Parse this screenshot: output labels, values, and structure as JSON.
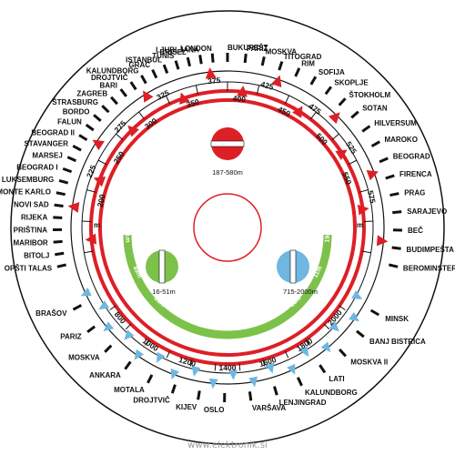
{
  "colors": {
    "red": "#dd1f26",
    "green": "#7cc24a",
    "blue": "#6fb6e0",
    "ink": "#111111"
  },
  "mw_dial": {
    "scale_labels": [
      "200",
      "225",
      "250",
      "275",
      "300",
      "325",
      "350",
      "375",
      "400",
      "425",
      "450",
      "475",
      "500",
      "525",
      "550",
      "575"
    ],
    "stations_left": [
      "LONDON",
      "LJUBLJANA",
      "BRISEL",
      "TUNIS",
      "ISTANBUL",
      "GRAC",
      "KALUNDBORG",
      "DROJTVIČ",
      "BARI",
      "ZAGREB",
      "ŠTRASBURG",
      "BORDO",
      "FALUN",
      "BEOGRAD II",
      "STAVANGER",
      "MARSEJ",
      "BEOGRAD I",
      "LUKSEMBURG",
      "MONTE KARLO",
      "NOVI SAD",
      "RIJEKA",
      "PRIŠTINA",
      "MARIBOR",
      "BITOLJ",
      "OPŠTI TALAS"
    ],
    "stations_right": [
      "BUKUREŠT",
      "PARIZ",
      "MOSKVA",
      "TITOGRAD",
      "RIM",
      "SOFIJA",
      "SKOPLJE",
      "ŠTOKHOLM",
      "SOTAN",
      "HILVERSUM",
      "MAROKO",
      "BEOGRAD",
      "FIRENCA",
      "PRAG",
      "SARAJEVO",
      "BEČ",
      "BUDIMPEŠTA",
      "BEROMINSTER"
    ]
  },
  "lw_dial": {
    "scale_labels": [
      "800",
      "1000",
      "1200",
      "1400",
      "1600",
      "1800",
      "2000"
    ],
    "stations": [
      "BRAŠOV",
      "PARIZ",
      "MOSKVA",
      "ANKARA",
      "MOTALA",
      "DROJTVIČ",
      "KIJEV",
      "OSLO",
      "VARŠAVA",
      "LENJINGRAD",
      "KALUNDBORG",
      "LATI",
      "MOSKVA II",
      "BANJ BISTRICA",
      "MINSK"
    ]
  },
  "sw_dial": {
    "bands_left": [
      "41m",
      "49m",
      "31m"
    ],
    "bands_bottom": [
      "25m",
      "19m",
      "16m"
    ],
    "bands_right": [
      "13m",
      "11m",
      "19m"
    ]
  },
  "knobs": {
    "mw": "187-580m",
    "sw": "16-51m",
    "lw": "715-2000m"
  },
  "side_marks": [
    "m",
    "m"
  ],
  "watermark": "www.elektronik.si"
}
